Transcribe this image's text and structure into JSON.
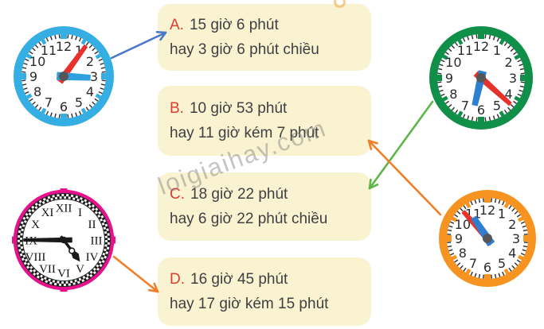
{
  "answer_boxes": [
    {
      "label": "A.",
      "time_24h": "15 giờ 6 phút",
      "time_alt": "hay 3 giờ 6 phút chiều"
    },
    {
      "label": "B.",
      "time_24h": "10 giờ 53 phút",
      "time_alt": "hay 11 giờ kém 7 phút"
    },
    {
      "label": "C.",
      "time_24h": "18 giờ 22 phút",
      "time_alt": "hay 6 giờ 22 phút chiều"
    },
    {
      "label": "D.",
      "time_24h": "16 giờ 45 phút",
      "time_alt": "hay 17 giờ kém 15 phút"
    }
  ],
  "clocks": [
    {
      "id": "clock-blue",
      "time_shown": "3:06",
      "matches": "A",
      "rim_color": "#35aee3",
      "numeral_style": "arabic",
      "numerals": [
        "12",
        "1",
        "2",
        "3",
        "4",
        "5",
        "6",
        "7",
        "8",
        "9",
        "10",
        "11"
      ],
      "hour_angle": 93,
      "minute_angle": 36,
      "hour_hand_color": "#2f9fdd",
      "minute_hand_color": "#e8312b",
      "hub_color": "#55565a"
    },
    {
      "id": "clock-green",
      "time_shown": "6:22",
      "matches": "C",
      "rim_color": "#108f48",
      "numeral_style": "arabic",
      "numerals": [
        "12",
        "1",
        "2",
        "3",
        "4",
        "5",
        "6",
        "7",
        "8",
        "9",
        "10",
        "11"
      ],
      "hour_angle": 193,
      "minute_angle": 132,
      "hour_hand_color": "#2f7fd0",
      "minute_hand_color": "#e8312b",
      "hub_color": "#55565a"
    },
    {
      "id": "clock-magenta",
      "time_shown": "4:45",
      "matches": "D",
      "rim_color": "#e6118c",
      "numeral_style": "roman",
      "numerals": [
        "XII",
        "I",
        "II",
        "III",
        "IV",
        "V",
        "VI",
        "VII",
        "VIII",
        "IX",
        "X",
        "XI"
      ],
      "hour_angle": 143,
      "minute_angle": 270,
      "hour_hand_color": "#1a1a1a",
      "minute_hand_color": "#1a1a1a",
      "hub_color": "#1a1a1a"
    },
    {
      "id": "clock-orange",
      "time_shown": "10:53",
      "matches": "B",
      "rim_color": "#f79421",
      "numeral_style": "arabic",
      "numerals": [
        "12",
        "1",
        "2",
        "3",
        "4",
        "5",
        "6",
        "7",
        "8",
        "9",
        "10",
        "11"
      ],
      "hour_angle": 326.5,
      "minute_angle": 318,
      "hour_hand_color": "#2f7fd0",
      "minute_hand_color": "#e8312b",
      "hub_color": "#55565a"
    }
  ],
  "arrows": [
    {
      "id": "arrow-blue-to-a",
      "from": "clock-blue",
      "to": "A",
      "color": "#4678cc"
    },
    {
      "id": "arrow-green-to-c",
      "from": "clock-green",
      "to": "C",
      "color": "#5cb648"
    },
    {
      "id": "arrow-orange-to-b",
      "from": "clock-orange",
      "to": "B",
      "color": "#f07f28"
    },
    {
      "id": "arrow-magenta-to-d",
      "from": "clock-magenta",
      "to": "D",
      "color": "#f07f28"
    }
  ],
  "watermark": {
    "text": "loigiaihay.com"
  }
}
